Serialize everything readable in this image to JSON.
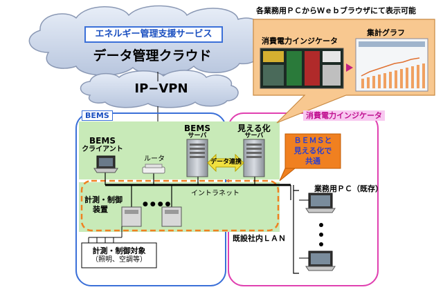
{
  "cloud": {
    "service_label": "エネルギー管理支援サービス",
    "title": "データ管理クラウド"
  },
  "network": {
    "ipvpn_label": "IP−VPN",
    "intranet_label": "イントラネット",
    "lan_label": "既設社内ＬＡＮ"
  },
  "bems_zone": {
    "label": "BEMS",
    "client_label_1": "BEMS",
    "client_label_2": "クライアント",
    "router_label": "ルータ",
    "server_label_1": "BEMS",
    "server_label_2": "サーバ",
    "measure_label_1": "計測・制御",
    "measure_label_2": "装置",
    "ellipsis": "●●●●",
    "targets_label_1": "計測・制御対象",
    "targets_label_2": "（照明、空調等）"
  },
  "mieru_zone": {
    "label": "消費電力インジケータ",
    "server_label_1": "見える化",
    "server_label_2": "サーバ",
    "shared_note_1": "ＢＥＭＳと",
    "shared_note_2": "見える化で",
    "shared_note_3": "共通",
    "pc_label": "業務用ＰＣ（既存）"
  },
  "link_label": "データ連携",
  "callout": {
    "heading": "各業務用ＰＣからＷｅｂブラウザにて表示可能",
    "indicator_title": "消費電力インジケータ",
    "graph_title": "集計グラフ"
  },
  "colors": {
    "bems_border": "#3a6fd8",
    "mieru_border": "#e040b0",
    "green_fill": "#c8eab8",
    "orange": "#f08020",
    "callout_fill": "#f8c890",
    "link_arrow": "#f0e040"
  }
}
